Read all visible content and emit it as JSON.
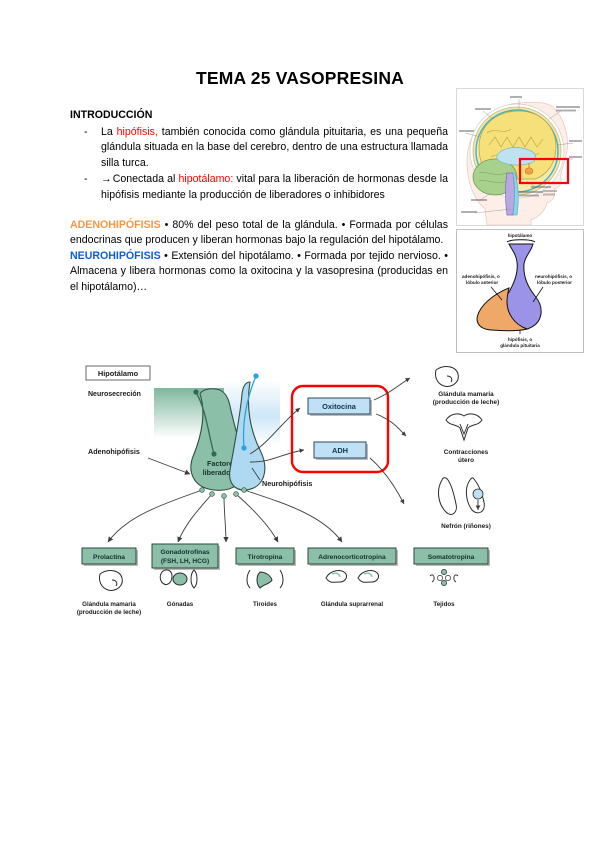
{
  "document": {
    "title": "TEMA 25 VASOPRESINA",
    "section_heading": "INTRODUCCIÓN",
    "bullets": [
      {
        "marker": "-",
        "parts": [
          {
            "text": "La ",
            "style": "normal"
          },
          {
            "text": "hipófisis,",
            "style": "red"
          },
          {
            "text": " también conocida como glándula pituitaria, es una pequeña glándula situada en la base del cerebro, dentro de una estructura llamada silla turca.",
            "style": "normal"
          }
        ]
      },
      {
        "marker": "-",
        "parts": [
          {
            "text": "→ ",
            "style": "normal"
          },
          {
            "text": "Conectada al ",
            "style": "normal"
          },
          {
            "text": "hipotálamo:",
            "style": "red"
          },
          {
            "text": " vital para la liberación de hormonas desde la hipófisis mediante la producción de liberadores o inhibidores",
            "style": "normal"
          }
        ]
      }
    ],
    "paragraphs": [
      {
        "lead": "ADENOHIPÓFISIS",
        "lead_color": "orange",
        "body": " • 80% del peso total de la glándula. • Formada por células endocrinas que producen y liberan hormonas bajo la regulación del hipotálamo."
      },
      {
        "lead": "NEUROHIPÓFISIS",
        "lead_color": "blue",
        "body": " • Extensión del hipotálamo. • Formada por tejido nervioso. • Almacena y libera hormonas como la oxitocina y la vasopresina (producidas en el hipotálamo)…"
      }
    ]
  },
  "images": {
    "brain": {
      "alt": "Corte sagital del encéfalo humano con recuadro rojo sobre la hipófisis",
      "highlight_color": "#ff0000"
    },
    "pituitary": {
      "alt": "Esquema de la hipófisis",
      "label_top": "hipotálamo",
      "label_left_line1": "adenohipófisis, o",
      "label_left_line2": "lóbulo anterior",
      "label_right_line1": "neurohipófisis, o",
      "label_right_line2": "lóbulo posterior",
      "label_bottom_line1": "hipófisis, o",
      "label_bottom_line2": "glándula pituitaria",
      "color_adeno": "#f0a868",
      "color_neuro": "#9a93e8"
    }
  },
  "diagram": {
    "label_hipotalamo": "Hipotálamo",
    "label_neurosecrecion": "Neurosecreción",
    "label_adenohipofisis": "Adenohipófisis",
    "label_neurohipofisis": "Neurohipófisis",
    "label_factores_line1": "Factores",
    "label_factores_line2": "liberadores",
    "posterior_hormones": [
      {
        "name": "Oxitocina"
      },
      {
        "name": "ADH"
      }
    ],
    "posterior_targets": [
      {
        "line1": "Glándula mamaria",
        "line2": "(producción de leche)",
        "icon": "breast-icon"
      },
      {
        "line1": "Contracciones",
        "line2": "útero",
        "icon": "uterus-icon"
      },
      {
        "line1": "Nefrón (riñones)",
        "line2": "",
        "icon": "nephron-icon"
      }
    ],
    "anterior_hormones": [
      {
        "line1": "Prolactina",
        "line2": ""
      },
      {
        "line1": "Gonadotrofinas",
        "line2": "(FSH, LH, HCG)"
      },
      {
        "line1": "Tirotropina",
        "line2": ""
      },
      {
        "line1": "Adrenocorticotropina",
        "line2": ""
      },
      {
        "line1": "Somatotropina",
        "line2": ""
      }
    ],
    "anterior_targets": [
      {
        "line1": "Glándula mamaria",
        "line2": "(producción de leche)",
        "icon": "breast-icon"
      },
      {
        "line1": "Gónadas",
        "line2": "",
        "icon": "gonads-icon"
      },
      {
        "line1": "Tiroides",
        "line2": "",
        "icon": "thyroid-icon"
      },
      {
        "line1": "Glándula suprarrenal",
        "line2": "",
        "icon": "adrenal-icon"
      },
      {
        "line1": "Tejidos",
        "line2": "",
        "icon": "tissues-icon"
      }
    ],
    "colors": {
      "green_fill": "#8cbfa8",
      "green_dark": "#2f6b52",
      "blue_fill": "#aed9f0",
      "blue_dark": "#29a3e0",
      "highlight_box": "#ff0000"
    }
  }
}
